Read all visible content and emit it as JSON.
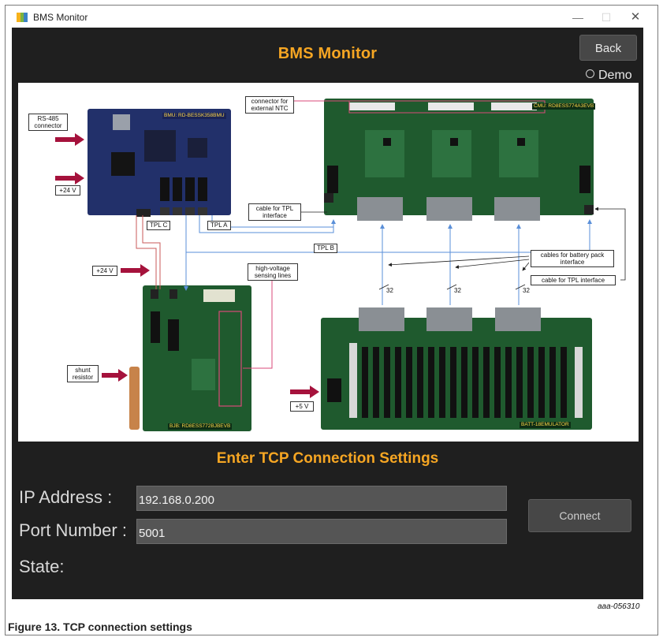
{
  "window": {
    "title": "BMS Monitor",
    "minimize_glyph": "—",
    "maximize_glyph": "☐",
    "close_glyph": "✕"
  },
  "app": {
    "title": "BMS Monitor",
    "back_label": "Back",
    "demo_label": "Demo",
    "demo_checked": false
  },
  "diagram": {
    "callouts": {
      "rs485": "RS-485 connector",
      "v24_top": "+24 V",
      "v24_mid": "+24 V",
      "shunt": "shunt resistor",
      "v5": "+5 V",
      "ntc": "connector for external NTC",
      "tpl_cable": "cable for TPL interface",
      "hv_lines": "high-voltage sensing lines",
      "battery_cables": "cables for battery pack interface",
      "tpl_cable_right": "cable for TPL interface"
    },
    "boards": {
      "bmu": "BMU: RD-BESSK358BMU",
      "cmu": "CMU: RD8ESS774A3EVB",
      "bjb": "BJB: RD8ESS772BJBEVB",
      "emu": "BATT-18EMULATOR"
    },
    "bus_labels": {
      "tpl_a": "TPL A",
      "tpl_b": "TPL B",
      "tpl_c": "TPL C"
    },
    "line_counts": [
      "32",
      "32",
      "32"
    ]
  },
  "tcp": {
    "section_title": "Enter TCP Connection Settings",
    "ip_label": "IP Address :",
    "ip_value": "192.168.0.200",
    "port_label": "Port Number :",
    "port_value": "5001",
    "state_label": "State:",
    "connect_label": "Connect"
  },
  "figure": {
    "id": "aaa-056310",
    "caption": "Figure 13.  TCP connection settings"
  },
  "colors": {
    "accent_orange": "#f6a623",
    "window_bg": "#1f1f1f",
    "field_bg": "#555555",
    "pcb_green": "#1f5a2e",
    "pcb_blue": "#22306a",
    "arrow_red": "#a5123c",
    "wire_blue": "#5a8fd8"
  }
}
